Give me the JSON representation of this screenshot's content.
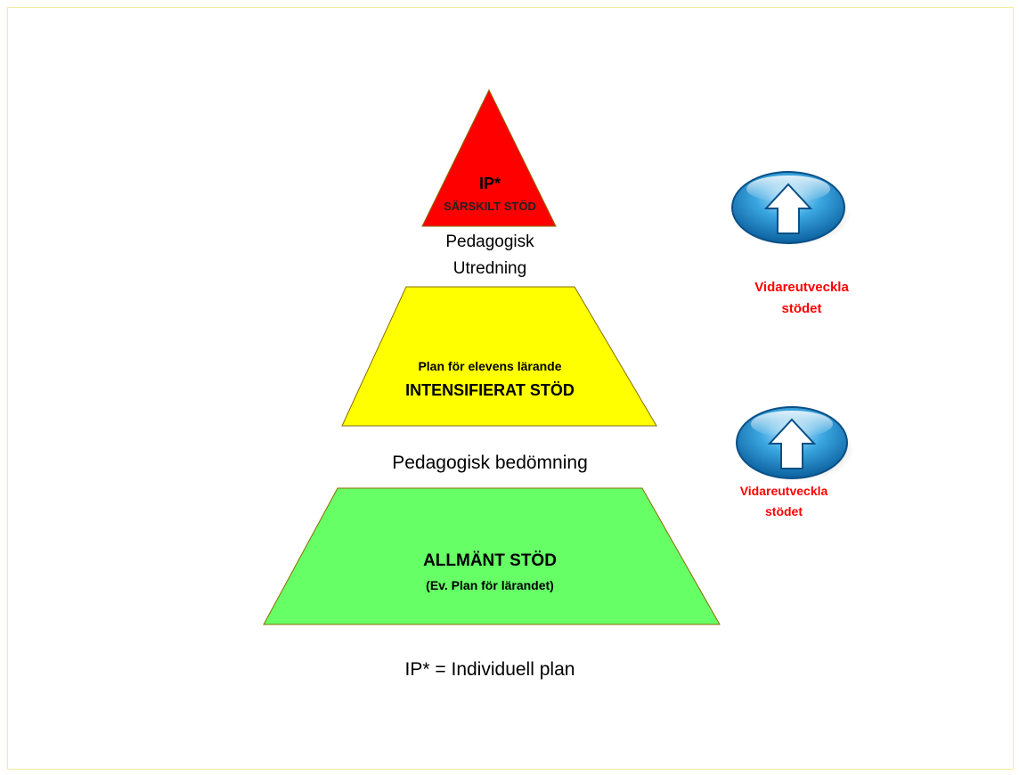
{
  "levels": {
    "top": {
      "title": "IP*",
      "subtitle": "SÄRSKILT STÖD",
      "fill": "#ff0000"
    },
    "middle": {
      "title": "Plan för elevens lärande",
      "subtitle": "INTENSIFIERAT STÖD",
      "fill": "#ffff00"
    },
    "bottom": {
      "title": "ALLMÄNT STÖD",
      "subtitle": "(Ev. Plan för lärandet)",
      "fill": "#66ff66"
    }
  },
  "transitions": {
    "upper_line1": "Pedagogisk",
    "upper_line2": "Utredning",
    "lower": "Pedagogisk bedömning"
  },
  "actions": {
    "upper": {
      "line1": "Vidareutveckla",
      "line2": "stödet",
      "icon": "up-arrow-button-icon"
    },
    "lower": {
      "line1": "Vidareutveckla",
      "line2": "stödet",
      "icon": "up-arrow-button-icon"
    }
  },
  "footnote": "IP* = Individuell plan",
  "colors": {
    "action_text": "#ff0000",
    "button_blue": "#1a8ccf"
  }
}
